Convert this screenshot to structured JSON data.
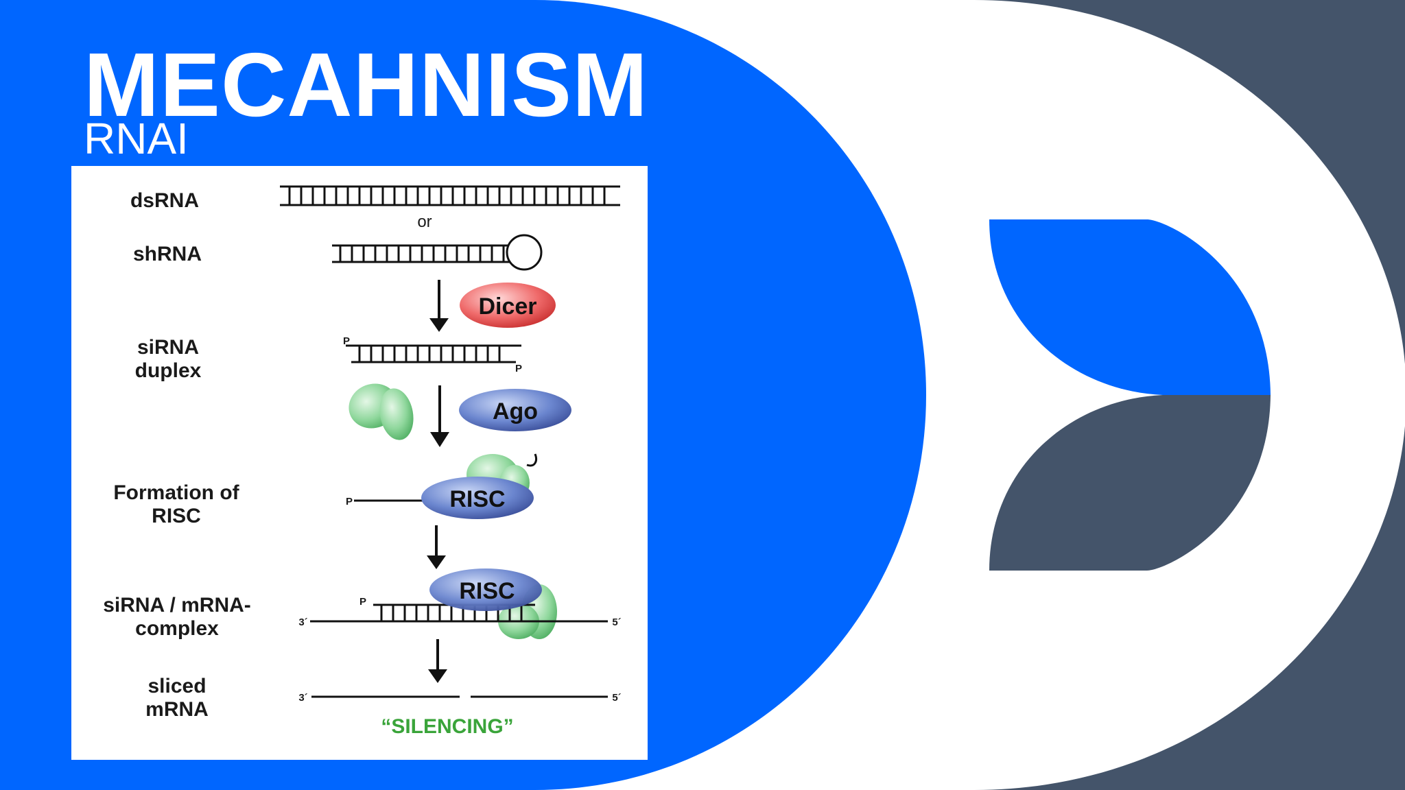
{
  "slide": {
    "title": "MECAHNISM",
    "subtitle": "RNAI"
  },
  "diagram": {
    "steps": {
      "dsrna": "dsRNA",
      "or": "or",
      "shrna": "shRNA",
      "sirna_line1": "siRNA",
      "sirna_line2": "duplex",
      "risc_line1": "Formation of",
      "risc_line2": "RISC",
      "complex_line1": "siRNA / mRNA-",
      "complex_line2": "complex",
      "sliced_line1": "sliced",
      "sliced_line2": "mRNA"
    },
    "enzymes": {
      "dicer": "Dicer",
      "ago": "Ago",
      "risc": "RISC"
    },
    "marks": {
      "phosphate": "P",
      "three_prime": "3´",
      "five_prime": "5´"
    },
    "result": "“SILENCING”"
  },
  "colors": {
    "blue": "#0066ff",
    "slate": "#44546a",
    "dicer_red": "#e84a4a",
    "ago_blue": "#4a64b8",
    "green": "#3aa43a",
    "protein_green": "#7fd18f"
  }
}
